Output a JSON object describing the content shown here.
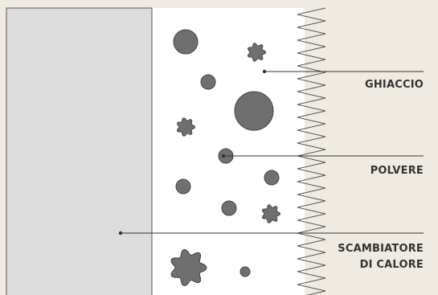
{
  "labels": {
    "ice": "GHIACCIO",
    "dust": "POLVERE",
    "heat_exchanger_line1": "SCAMBIATORE",
    "heat_exchanger_line2": "DI CALORE"
  },
  "colors": {
    "background": "#f0ebe2",
    "heat_exchanger_panel": "#dcdcdc",
    "frost_layer": "#ffffff",
    "particle_fill": "#6f6f6f",
    "particle_stroke": "#444444",
    "outline": "#555555",
    "leader_line": "#333333",
    "label_text": "#333333"
  },
  "particle_shapes": [
    "circle",
    "flower"
  ]
}
